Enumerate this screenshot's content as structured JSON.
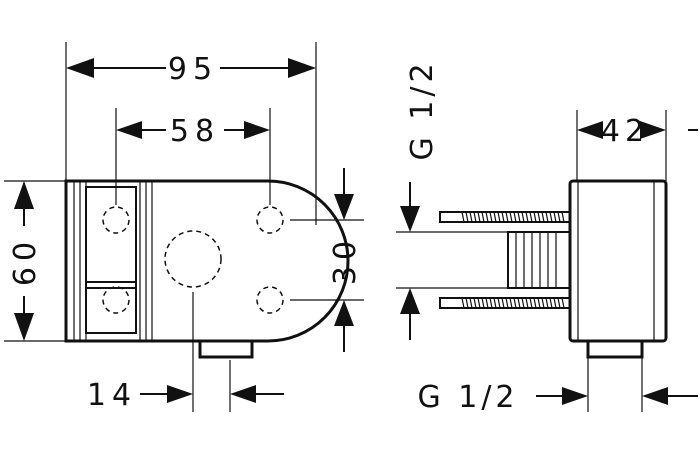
{
  "drawing": {
    "dimensions": {
      "total_width": "95",
      "hole_spacing": "58",
      "height": "60",
      "hole_vertical_spacing": "30",
      "outlet_offset": "14",
      "depth": "42",
      "thread_top": "G 1/2",
      "thread_bottom": "G 1/2"
    },
    "colors": {
      "line": "#111111",
      "background": "#ffffff"
    }
  }
}
